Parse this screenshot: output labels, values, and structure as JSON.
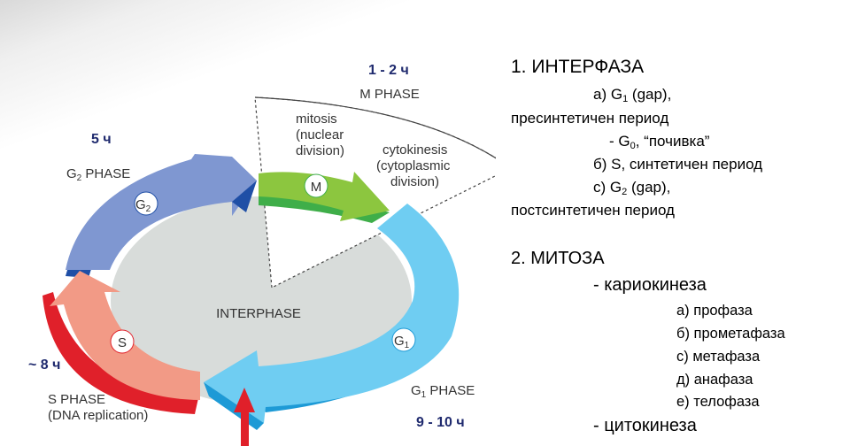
{
  "diagram": {
    "m_phase": "M PHASE",
    "mitosis": [
      "mitosis",
      "(nuclear",
      "division)"
    ],
    "cytokinesis": [
      "cytokinesis",
      "(cytoplasmic",
      "division)"
    ],
    "g2_phase": "G",
    "g2_phase_sub": "2",
    "g2_phase_rest": " PHASE",
    "s_phase": [
      "S PHASE",
      "(DNA replication)"
    ],
    "g1_phase": "G",
    "g1_phase_sub": "1",
    "g1_phase_rest": " PHASE",
    "interphase": "INTERPHASE",
    "badge_m": "M",
    "badge_s": "S",
    "badge_g": "G",
    "badge_g2_sub": "2",
    "badge_g1_sub": "1",
    "dur_m": "1 - 2 ч",
    "dur_g2": "5 ч",
    "dur_s": "~ 8 ч",
    "dur_g1": "9 - 10 ч",
    "colors": {
      "m": "#8cc63f",
      "m_dark": "#3fae49",
      "g2": "#7f97d1",
      "g2_dark": "#1f4fa6",
      "s": "#f29a86",
      "s_dark": "#e0202a",
      "g1": "#6fcdf2",
      "g1_dark": "#1d9ad6",
      "center": "#d8dcda",
      "duration": "#1f2a6e",
      "start_arrow": "#e0202a"
    }
  },
  "notes": {
    "interphase_title": "1. ИНТЕРФАЗА",
    "a_prefix": "а) G",
    "a_sub": "1",
    "a_rest": " (gap),",
    "presynthetic": "пресинтетичен период",
    "g0_prefix": "- G",
    "g0_sub": "0",
    "g0_rest": ", “почивка”",
    "b_line": "б) S, синтетичен период",
    "c_prefix": "c) G",
    "c_sub": "2",
    "c_rest": " (gap),",
    "postsynthetic": "постсинтетичен период",
    "mitosis_title": "2. МИТОЗА",
    "karyokinesis": "- кариокинеза",
    "stages": [
      "а) профаза",
      "б) прометафаза",
      "c) метафаза",
      "д) анафаза",
      "е) телофаза"
    ],
    "cytokinesis": "- цитокинеза"
  }
}
